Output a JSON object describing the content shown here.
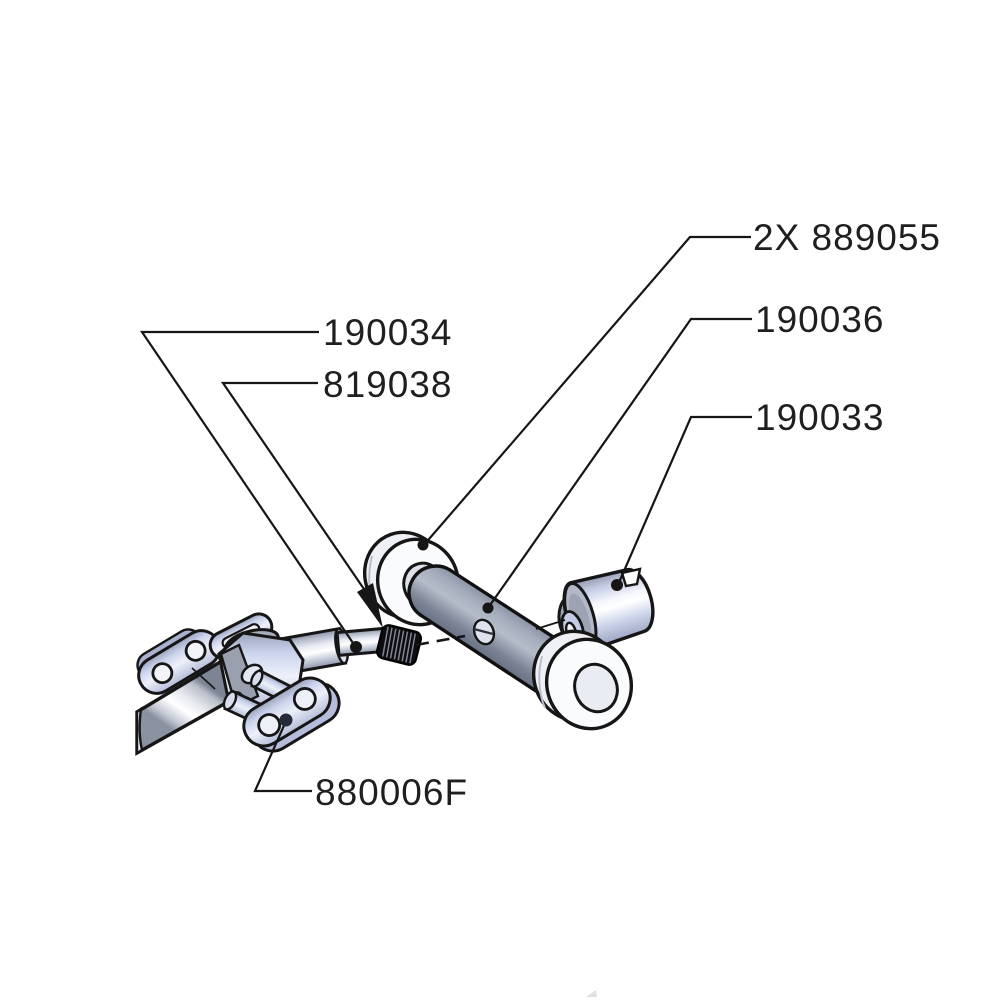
{
  "diagram": {
    "type": "exploded-parts-diagram",
    "background": "#ffffff",
    "stroke_color": "#161616",
    "colors": {
      "lavender_metal": "#c7cee9",
      "light_metal": "#f7f8fb",
      "gray_metal": "#8d95a6",
      "spring_black": "#0d0d0f"
    },
    "labels": {
      "l889055": {
        "text": "2X 889055"
      },
      "l190036": {
        "text": "190036"
      },
      "l190033": {
        "text": "190033"
      },
      "l190034": {
        "text": "190034"
      },
      "l819038": {
        "text": "819038"
      },
      "l880006f": {
        "text": "880006F"
      }
    }
  }
}
